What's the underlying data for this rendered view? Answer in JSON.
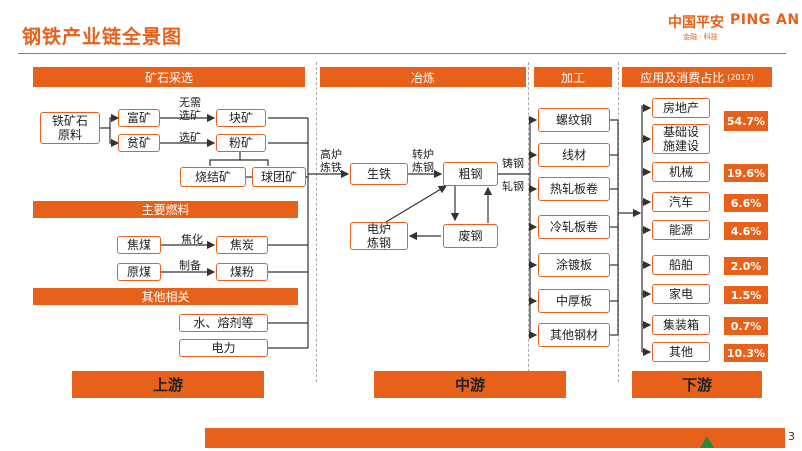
{
  "title": "钢铁产业链全景图",
  "logo": {
    "cn": "中国平安",
    "en": "PING AN",
    "sub": "金融 · 科技"
  },
  "headers": {
    "ore": "矿石采选",
    "fuel": "主要燃料",
    "other": "其他相关",
    "smelt": "冶炼",
    "process": "加工",
    "apply": "应用及消费占比",
    "apply_year": "(2017)"
  },
  "upstream": {
    "iron_ore": "铁矿石\n原料",
    "rich": "富矿",
    "poor": "贫矿",
    "lump": "块矿",
    "fines": "粉矿",
    "sinter": "烧结矿",
    "pellet": "球团矿",
    "no_dressing": "无需\n选矿",
    "dressing": "选矿",
    "coking_coal": "焦煤",
    "coke": "焦炭",
    "coking": "焦化",
    "raw_coal": "原煤",
    "coal_powder": "煤粉",
    "prepare": "制备",
    "water": "水、熔剂等",
    "power": "电力"
  },
  "midstream": {
    "blast_furnace": "高炉\n炼铁",
    "pig_iron": "生铁",
    "converter": "转炉\n炼钢",
    "crude_steel": "粗钢",
    "eaf": "电炉\n炼钢",
    "scrap": "废钢",
    "casting": "铸钢",
    "rolling": "轧钢"
  },
  "processing": [
    "螺纹钢",
    "线材",
    "热轧板卷",
    "冷轧板卷",
    "涂镀板",
    "中厚板",
    "其他钢材"
  ],
  "applications": [
    {
      "name": "房地产",
      "pct": ""
    },
    {
      "name": "基础设\n施建设",
      "pct": "54.7%"
    },
    {
      "name": "机械",
      "pct": "19.6%"
    },
    {
      "name": "汽车",
      "pct": "6.6%"
    },
    {
      "name": "能源",
      "pct": "4.6%"
    },
    {
      "name": "船舶",
      "pct": "2.0%"
    },
    {
      "name": "家电",
      "pct": "1.5%"
    },
    {
      "name": "集装箱",
      "pct": "0.7%"
    },
    {
      "name": "其他",
      "pct": "10.3%"
    }
  ],
  "stages": {
    "up": "上游",
    "mid": "中游",
    "down": "下游"
  },
  "page_number": "3",
  "colors": {
    "accent": "#E8611A"
  }
}
